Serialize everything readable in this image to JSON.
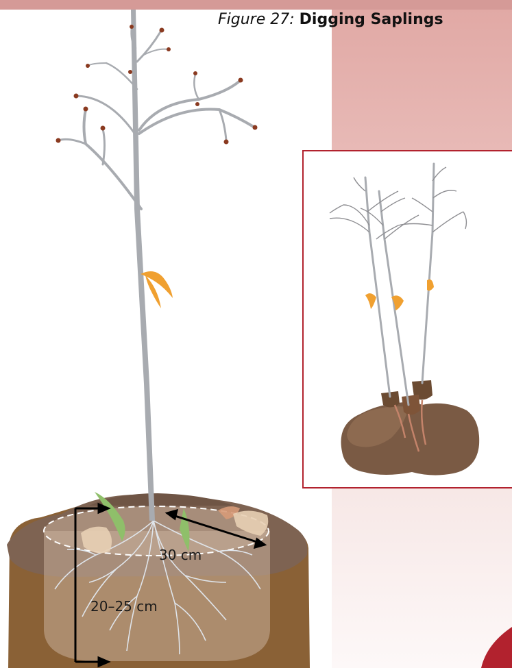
{
  "figure": {
    "number_label": "Figure 27:",
    "title": "Digging Saplings"
  },
  "dimensions": {
    "width_label": "30 cm",
    "depth_label": "20–25 cm"
  },
  "colors": {
    "header_band": "#d59a97",
    "side_gradient_top": "#e1a9a5",
    "inset_border": "#b2222e",
    "soil_dark": "#8a6136",
    "soil_mound": "#7e6352",
    "stem_gray": "#a8abb0",
    "leaf_orange": "#f0a030",
    "bud_brown": "#8a3a20",
    "grass_green": "#8fbf6a"
  },
  "icons": {
    "main": "sapling-with-root-ball",
    "inset": "balled-saplings-in-burlap"
  }
}
